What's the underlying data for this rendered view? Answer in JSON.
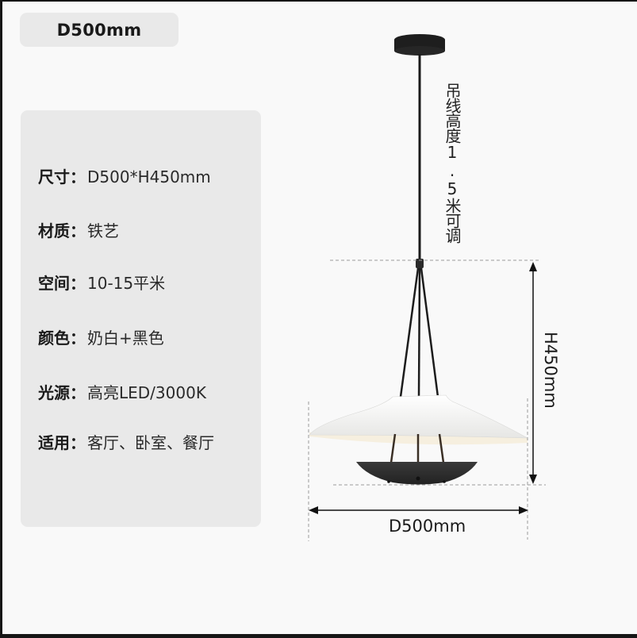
{
  "badge": {
    "label": "D500mm"
  },
  "specs": [
    {
      "label": "尺寸：",
      "value": "D500*H450mm"
    },
    {
      "label": "材质：",
      "value": "铁艺"
    },
    {
      "label": "空间：",
      "value": "10-15平米"
    },
    {
      "label": "颜色：",
      "value": "奶白+黑色"
    },
    {
      "label": "光源：",
      "value": "高亮LED/3000K"
    },
    {
      "label": "适用：",
      "value": "客厅、卧室、餐厅"
    }
  ],
  "diagram": {
    "cord_note": "吊线高度1.5米可调",
    "height_label": "H450mm",
    "diameter_label": "D500mm",
    "colors": {
      "shade": "#f0f0ee",
      "shade_inner": "#f6efdf",
      "dish": "#2c2c2c",
      "cord": "#1a1a1a",
      "dashed_guide": "#9a9a9a"
    }
  }
}
